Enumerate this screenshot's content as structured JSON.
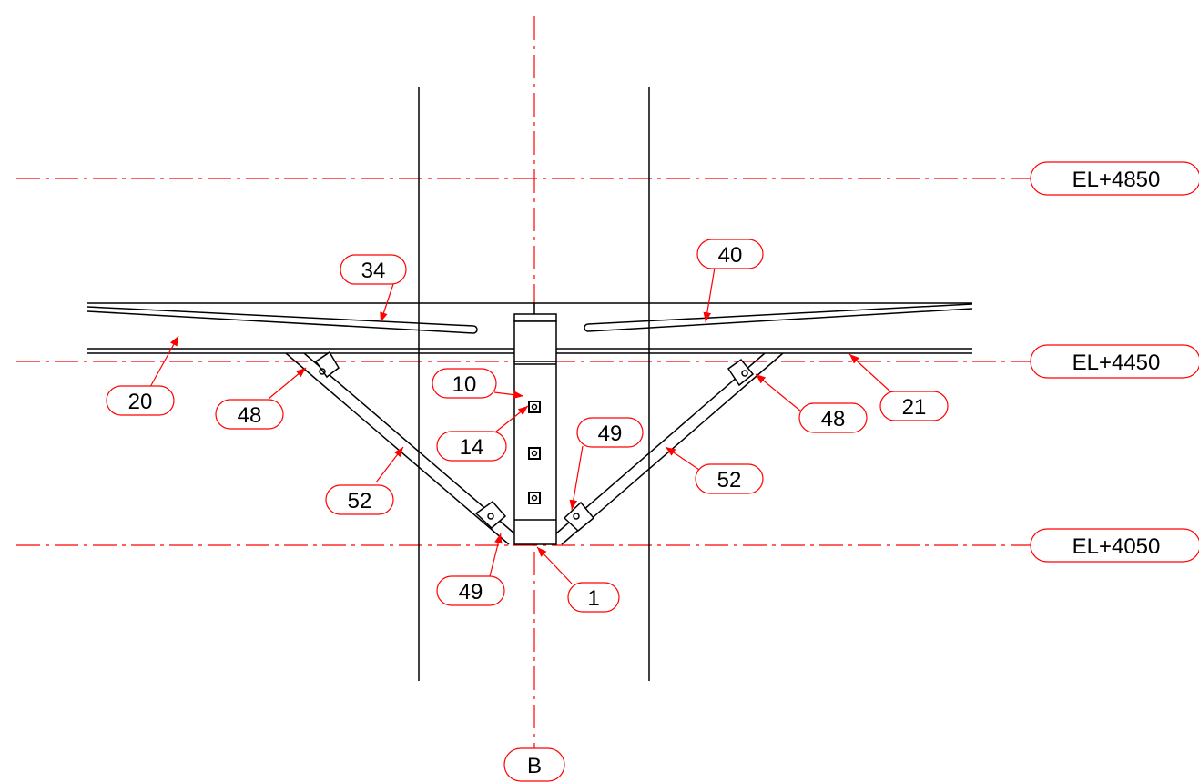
{
  "drawing": {
    "elevation_labels": [
      "EL+4850",
      "EL+4450",
      "EL+4050"
    ],
    "grid_label": "B",
    "callouts": {
      "c34": "34",
      "c40": "40",
      "c20": "20",
      "c21": "21",
      "c48_left": "48",
      "c48_right": "48",
      "c10": "10",
      "c14": "14",
      "c49_upper": "49",
      "c49_lower": "49",
      "c52_left": "52",
      "c52_right": "52",
      "c1": "1"
    },
    "colors": {
      "linework": "#000000",
      "annotation": "#ff0000"
    }
  }
}
